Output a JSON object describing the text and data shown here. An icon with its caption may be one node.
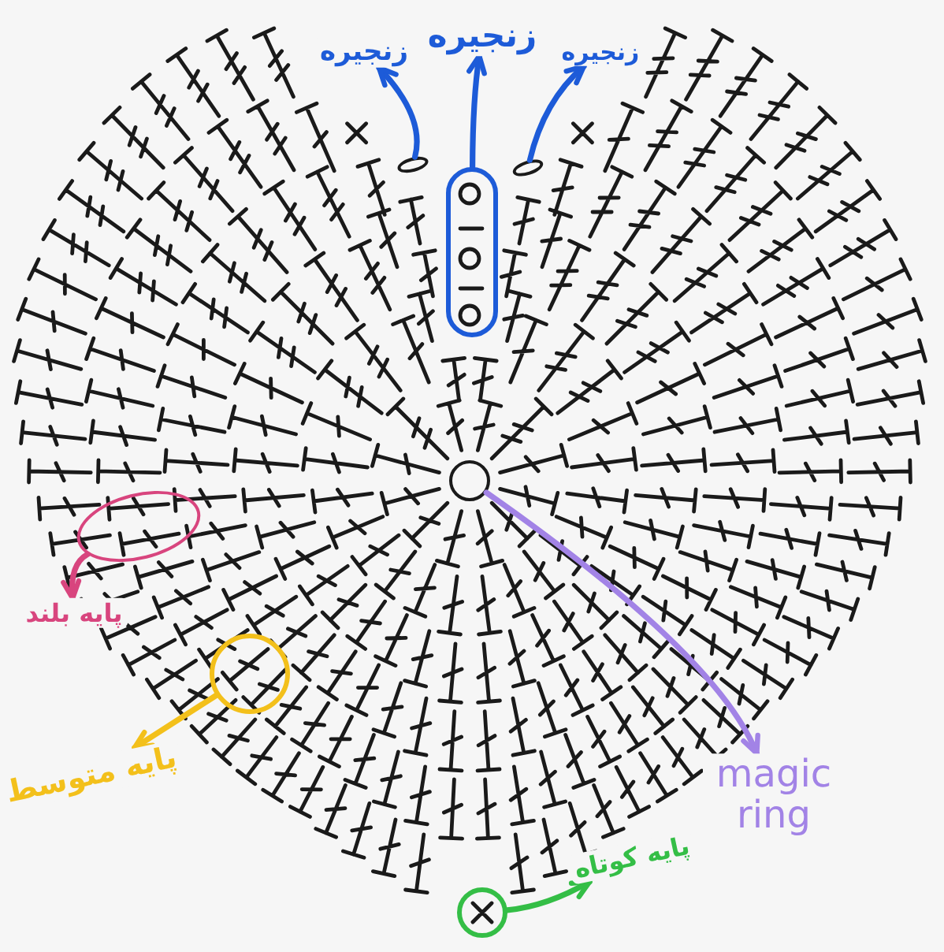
{
  "diagram": {
    "nodes": [
      {
        "text": [
          "زنجیره"
        ]
      },
      {
        "text": [
          "زنجیره"
        ]
      },
      {
        "text": [
          "زنجیره"
        ]
      },
      {
        "text": [],
        "shape": "oval"
      },
      {
        "text": [],
        "shape": "capsule"
      },
      {
        "text": [],
        "shape": "oval"
      },
      {
        "text": [],
        "shape": "circle"
      },
      {
        "text": [
          "magic ring"
        ]
      },
      {
        "text": [],
        "shape": "oval"
      },
      {
        "text": [
          "پایه بلند"
        ]
      },
      {
        "text": [],
        "shape": "circle"
      },
      {
        "text": [
          "پایه متوسط"
        ]
      },
      {
        "text": [],
        "shape": "circle"
      },
      {
        "text": [
          "پایه کوتاه"
        ]
      }
    ],
    "edges": [
      {
        "from": 3,
        "to": 0,
        "arrow": "to",
        "color": "#1d5bd8"
      },
      {
        "from": 4,
        "to": 1,
        "arrow": "to",
        "color": "#1d5bd8"
      },
      {
        "from": 5,
        "to": 2,
        "arrow": "to",
        "color": "#1d5bd8"
      },
      {
        "from": 6,
        "to": 7,
        "arrow": "to",
        "color": "#a283e6"
      },
      {
        "from": 8,
        "to": 9,
        "arrow": "to",
        "color": "#d8457e"
      },
      {
        "from": 10,
        "to": 11,
        "arrow": "to",
        "color": "#f3c01b"
      },
      {
        "from": 12,
        "to": 13,
        "arrow": "to",
        "color": "#34be46"
      }
    ]
  }
}
